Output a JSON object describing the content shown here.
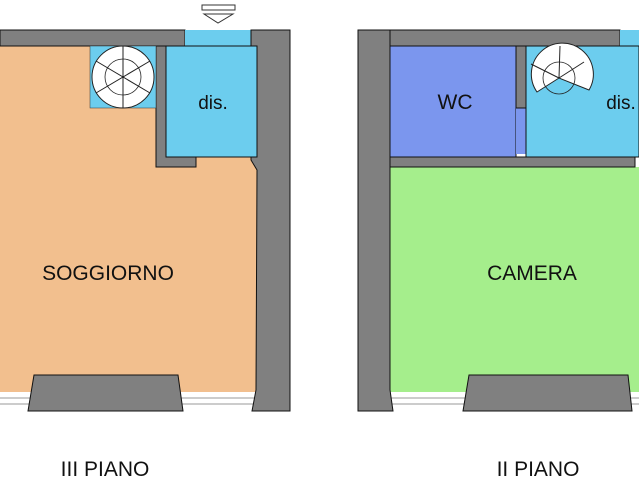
{
  "plans": [
    {
      "floor_label": "III PIANO",
      "rooms": {
        "main": "SOGGIORNO",
        "dis": "dis."
      }
    },
    {
      "floor_label": "II PIANO",
      "rooms": {
        "main": "CAMERA",
        "wc": "WC",
        "dis": "dis."
      }
    }
  ],
  "colors": {
    "wall": "#808080",
    "soggiorno": "#f2bf8e",
    "dis": "#6ccdee",
    "wc": "#7b96ee",
    "camera": "#a5ee8c"
  }
}
